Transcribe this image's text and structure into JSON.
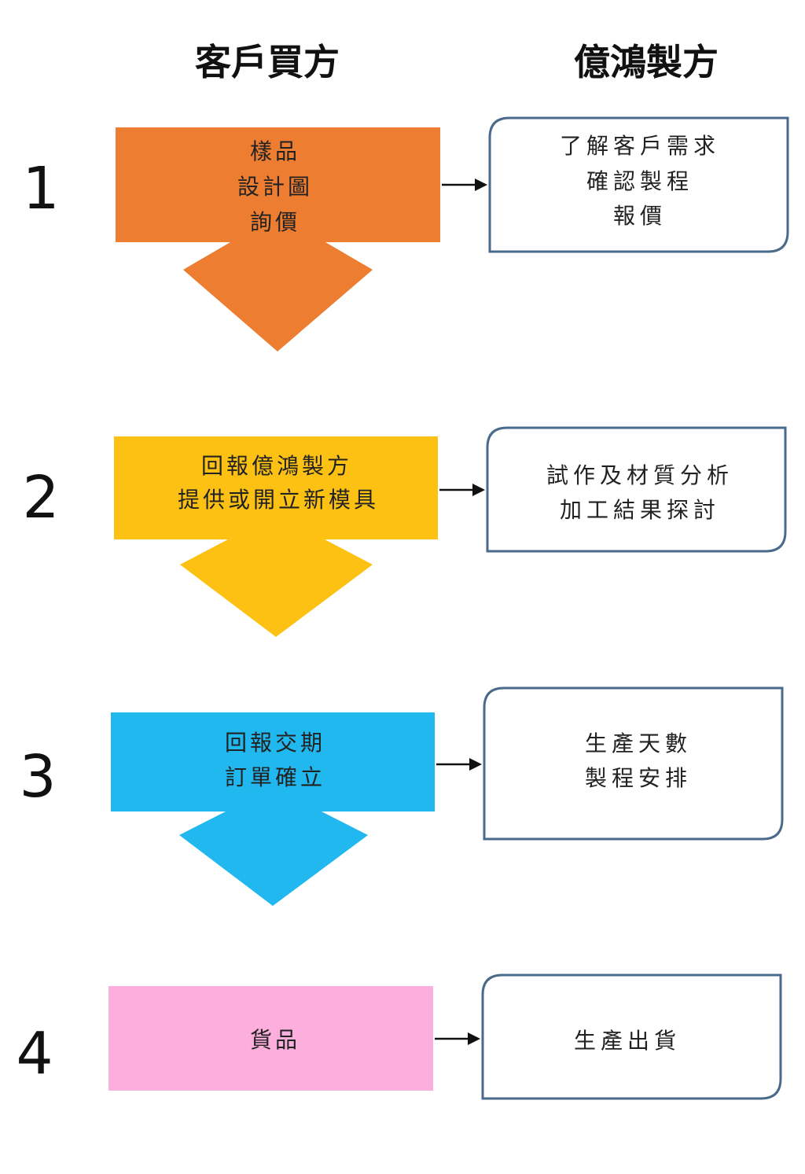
{
  "headers": {
    "client": "客戶買方",
    "maker": "億鴻製方"
  },
  "colors": {
    "step1": "#ed7d31",
    "step2": "#fdc113",
    "step3": "#20b8ef",
    "step4": "#fcafdc",
    "box_border": "#4a6a8c"
  },
  "steps": [
    {
      "number": "1",
      "client_lines": [
        "樣品",
        "設計圖",
        "詢價"
      ],
      "maker_lines": [
        "了解客戶需求",
        "確認製程",
        "報價"
      ]
    },
    {
      "number": "2",
      "client_lines": [
        "回報億鴻製方",
        "提供或開立新模具"
      ],
      "maker_lines": [
        "試作及材質分析",
        "加工結果探討"
      ]
    },
    {
      "number": "3",
      "client_lines": [
        "回報交期",
        "訂單確立"
      ],
      "maker_lines": [
        "生產天數",
        "製程安排"
      ]
    },
    {
      "number": "4",
      "client_lines": [
        "貨品"
      ],
      "maker_lines": [
        "生產出貨"
      ]
    }
  ]
}
